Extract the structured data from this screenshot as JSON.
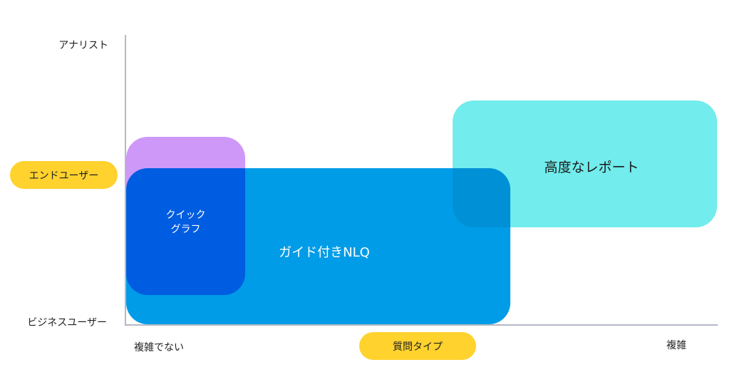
{
  "chart_data": {
    "type": "diagram",
    "title": "",
    "xlabel": "質問タイプ",
    "ylabel": "エンドユーザー",
    "x_ticks": [
      "複雑でない",
      "複雑"
    ],
    "y_ticks": [
      "アナリスト",
      "ビジネスユーザー"
    ],
    "regions": [
      {
        "name": "クイック\nグラフ",
        "x_range": [
          0.0,
          0.2
        ],
        "y_range": [
          0.1,
          0.65
        ],
        "color": "#d095f9"
      },
      {
        "name": "ガイド付きNLQ",
        "x_range": [
          0.0,
          0.65
        ],
        "y_range": [
          0.0,
          0.54
        ],
        "color": "#009be6"
      },
      {
        "name": "高度なレポート",
        "x_range": [
          0.55,
          1.0
        ],
        "y_range": [
          0.34,
          0.77
        ],
        "color": "#72ecec"
      }
    ]
  },
  "axes": {
    "y_top": "アナリスト",
    "y_bottom": "ビジネスユーザー",
    "y_title": "エンドユーザー",
    "x_left": "複雑でない",
    "x_right": "複雑",
    "x_title": "質問タイプ"
  },
  "regions": {
    "quick": "クイック\nグラフ",
    "nlq": "ガイド付きNLQ",
    "advanced": "高度なレポート"
  },
  "colors": {
    "pill": "#ffd22e",
    "nlq": "#009be6",
    "quick": "#d095f9",
    "advanced": "#72ecec",
    "axis": "#b4b8c6"
  }
}
